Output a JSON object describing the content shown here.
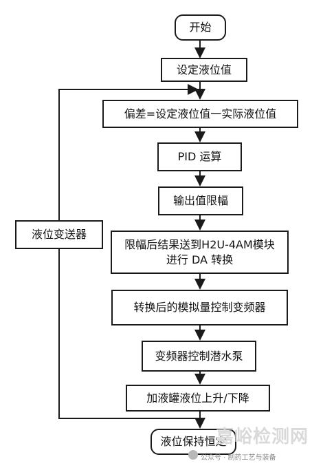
{
  "nodes": {
    "start": "开始",
    "set_level": "设定液位值",
    "deviation": "偏差=设定液位值一实际液位值",
    "pid": "PID 运算",
    "limit_output": "输出值限幅",
    "send_line1": "限幅后结果送到H2U-4AM模块",
    "send_line2": "进行 DA 转换",
    "analog_control": "转换后的模拟量控制变频器",
    "vfd_pump": "变频器控制潜水泵",
    "tank_level": "加液罐液位上升/下降",
    "keep_constant": "液位保持恒定",
    "transmitter": "液位变送器"
  },
  "watermark": {
    "site": "嘉峪检测网",
    "account": "公众号 · 制药工艺与装备"
  },
  "colors": {
    "line": "#1a1a1a",
    "watermark": "#d9d9d9"
  }
}
